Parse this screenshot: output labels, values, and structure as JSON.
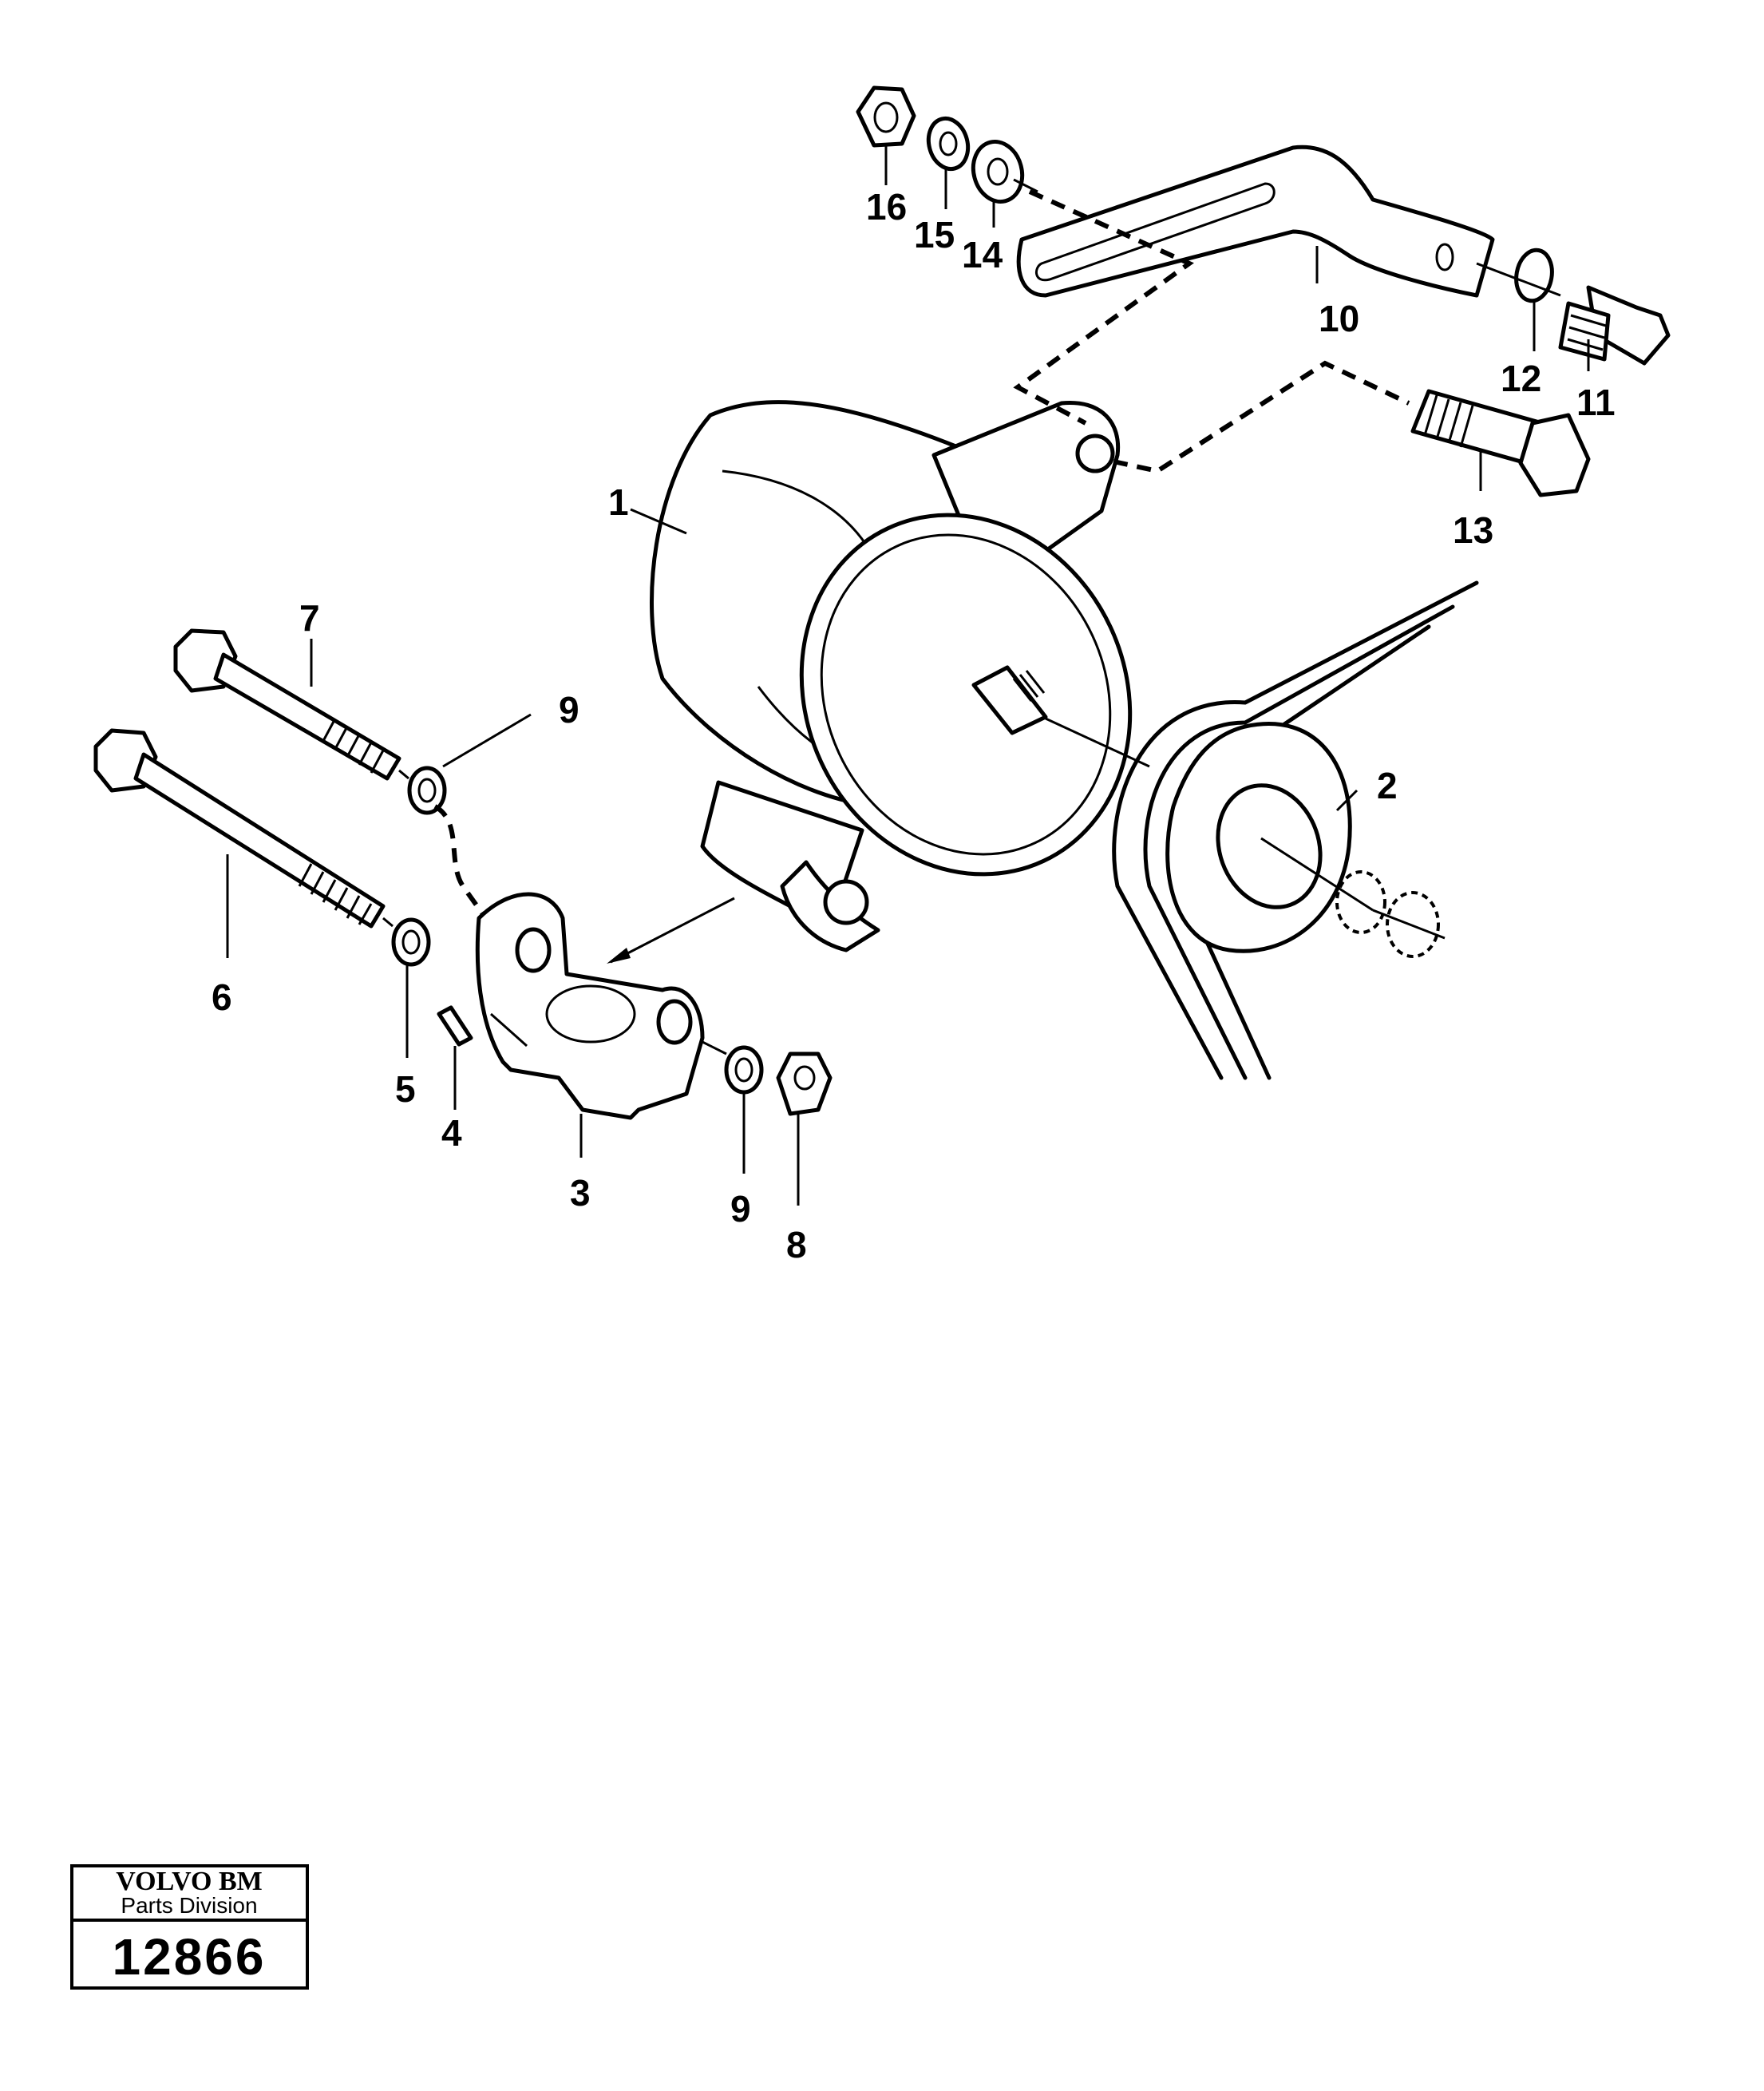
{
  "diagram": {
    "callouts": [
      "1",
      "2",
      "3",
      "4",
      "5",
      "6",
      "7",
      "8",
      "9",
      "9",
      "10",
      "11",
      "12",
      "13",
      "14",
      "15",
      "16"
    ]
  },
  "title_block": {
    "brand": "VOLVO BM",
    "division": "Parts Division",
    "number": "12866"
  }
}
